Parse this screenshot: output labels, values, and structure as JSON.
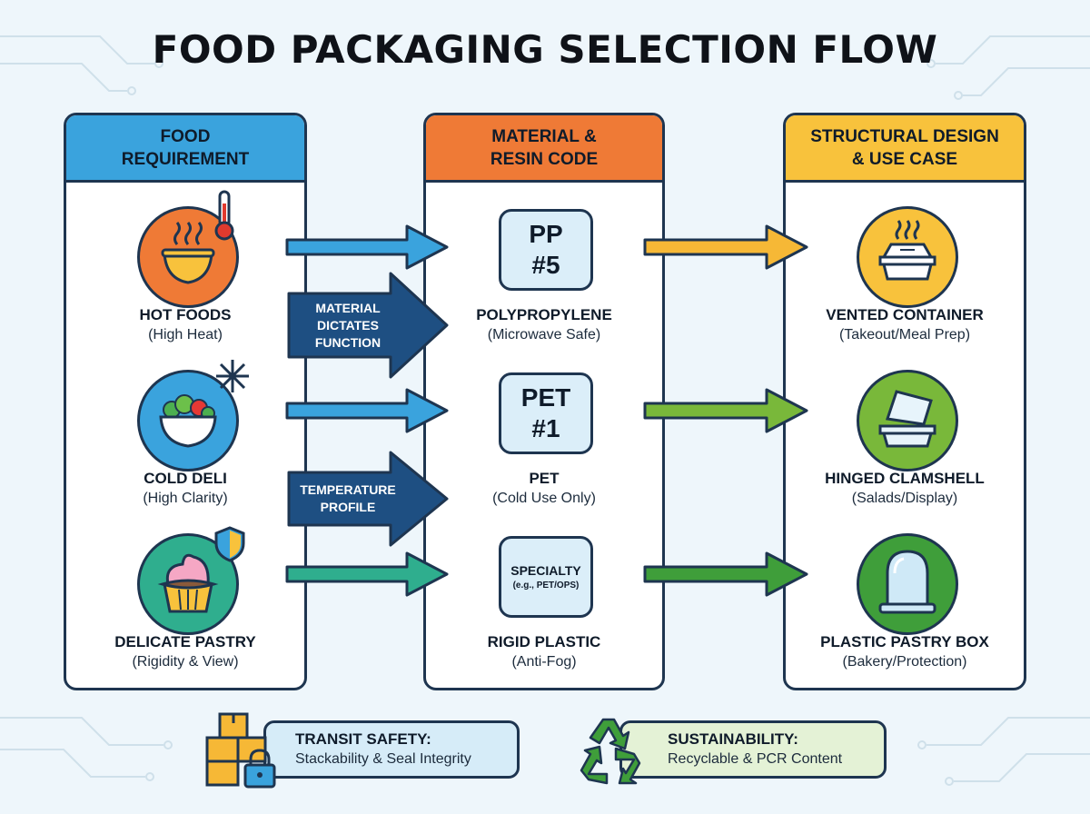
{
  "title": "FOOD PACKAGING SELECTION FLOW",
  "colors": {
    "blue_header": "#3aa3dd",
    "orange_header": "#ef7a36",
    "yellow_header": "#f8c23c",
    "navy": "#1e3550",
    "arrow_blue": "#3aa3dd",
    "arrow_teal": "#2fae8e",
    "arrow_yellow": "#f6b836",
    "arrow_green": "#79b83a",
    "arrow_dark_green": "#3f9e3a"
  },
  "columns": [
    {
      "header": "FOOD\nREQUIREMENT",
      "items": [
        {
          "title": "HOT FOODS",
          "subtitle": "(High Heat)",
          "icon": "hot-bowl-thermometer-icon"
        },
        {
          "title": "COLD DELI",
          "subtitle": "(High Clarity)",
          "icon": "salad-bowl-snowflake-icon"
        },
        {
          "title": "DELICATE PASTRY",
          "subtitle": "(Rigidity & View)",
          "icon": "cupcake-shield-icon"
        }
      ]
    },
    {
      "header": "MATERIAL &\nRESIN CODE",
      "items": [
        {
          "code": "PP\n#5",
          "title": "POLYPROPYLENE",
          "subtitle": "(Microwave Safe)"
        },
        {
          "code": "PET\n#1",
          "title": "PET",
          "subtitle": "(Cold Use Only)"
        },
        {
          "code": "SPECIALTY",
          "code_note": "(e.g., PET/OPS)",
          "title": "RIGID PLASTIC",
          "subtitle": "(Anti-Fog)"
        }
      ]
    },
    {
      "header": "STRUCTURAL DESIGN\n& USE CASE",
      "items": [
        {
          "title": "VENTED CONTAINER",
          "subtitle": "(Takeout/Meal Prep)",
          "icon": "vented-container-icon"
        },
        {
          "title": "HINGED CLAMSHELL",
          "subtitle": "(Salads/Display)",
          "icon": "clamshell-icon"
        },
        {
          "title": "PLASTIC PASTRY BOX",
          "subtitle": "(Bakery/Protection)",
          "icon": "dome-box-icon"
        }
      ]
    }
  ],
  "middle_labels": [
    "MATERIAL\nDICTATES\nFUNCTION",
    "TEMPERATURE\nPROFILE"
  ],
  "footer": [
    {
      "title": "TRANSIT SAFETY:",
      "subtitle": "Stackability & Seal Integrity",
      "icon": "boxes-lock-icon",
      "color": "#d6ecf8"
    },
    {
      "title": "SUSTAINABILITY:",
      "subtitle": "Recyclable & PCR Content",
      "icon": "recycle-icon",
      "color": "#e4f2d6"
    }
  ]
}
